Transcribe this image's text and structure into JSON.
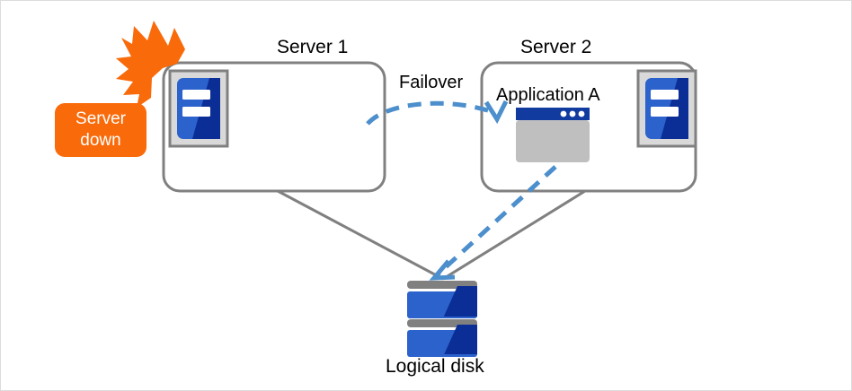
{
  "diagram": {
    "title_server1": "Server 1",
    "title_server2": "Server 2",
    "failover_label": "Failover",
    "application_label": "Application  A",
    "disk_label": "Logical disk",
    "status_badge": "Server down",
    "icons": {
      "server1_icon": "server-icon",
      "server2_icon": "server-icon",
      "app_window_icon": "application-window-icon",
      "disk_icon": "logical-disk-icon",
      "fault_burst_icon": "fault-burst-icon",
      "failover_arrow_icon": "dashed-arrow-icon",
      "disk_access_arrow_icon": "dashed-arrow-icon"
    },
    "colors": {
      "accent_orange": "#F96A0A",
      "outline_gray": "#808080",
      "icon_blue_light": "#2B62CC",
      "icon_blue_dark": "#0B2E96",
      "arrow_blue": "#4C8FCC",
      "window_body_gray": "#BFBFBF",
      "icon_frame_gray": "#D9D9D9",
      "canvas_border": "#DCDCDC",
      "text_black": "#000000",
      "white": "#FFFFFF"
    }
  }
}
